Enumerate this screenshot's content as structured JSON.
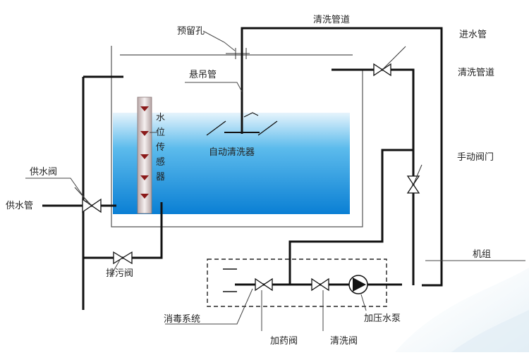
{
  "labels": {
    "reserved_hole": "预留孔",
    "cleaning_pipe_top": "清洗管道",
    "inlet_pipe": "进水管",
    "cleaning_pipe_right": "清洗管道",
    "suspension_pipe": "悬吊管",
    "level_sensor": [
      "水",
      "位",
      "传",
      "感",
      "器"
    ],
    "auto_cleaner": "自动清洗器",
    "manual_valve": "手动阀门",
    "supply_valve": "供水阀",
    "supply_pipe": "供水管",
    "drain_valve": "排污阀",
    "unit": "机组",
    "disinfection_system": "消毒系统",
    "dosing_valve": "加药阀",
    "cleaning_valve": "清洗阀",
    "booster_pump": "加压水泵"
  },
  "colors": {
    "pipe": "#111111",
    "water_top": "#d6ecfa",
    "water_mid": "#4fb3ea",
    "water_bottom": "#0b84d6",
    "tank_wall": "#444444"
  }
}
